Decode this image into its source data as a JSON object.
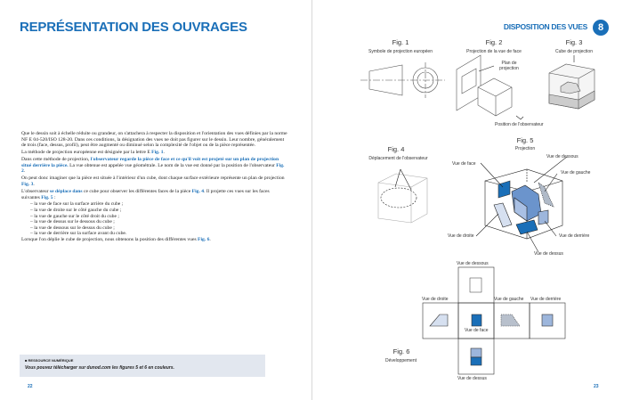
{
  "left_page": {
    "title": "REPRÉSENTATION DES OUVRAGES",
    "paragraphs": [
      [
        {
          "t": "Que le dessin soit à échelle réduite ou grandeur, on s'attachera à respecter la disposition et l'orientation des vues définies par la norme NF E 04-520/ISO 128-20. Dans ces conditions, la désignation des vues ne doit pas figurer sur le dessin. Leur nombre, généralement de trois (face, dessus, profil), peut être augmenté ou diminué selon la complexité de l'objet ou de la pièce représentée."
        }
      ],
      [
        {
          "t": "La méthode de projection européenne est désignée par la lettre E "
        },
        {
          "t": "Fig. 1",
          "hl": true
        },
        {
          "t": "."
        }
      ],
      [
        {
          "t": "Dans cette méthode de projection, "
        },
        {
          "t": "l'observateur regarde la pièce de face et ce qu'il voit est projeté sur un plan de projection situé derrière la pièce.",
          "hl": true
        },
        {
          "t": " La vue obtenue est appelée vue géométrale. Le nom de la vue est donné par la position de l'observateur "
        },
        {
          "t": "Fig. 2",
          "hl": true
        },
        {
          "t": "."
        }
      ],
      [
        {
          "t": "On peut donc imaginer que la pièce est située à l'intérieur d'un cube, dont chaque surface extérieure représente un plan de projection "
        },
        {
          "t": "Fig. 3",
          "hl": true
        },
        {
          "t": "."
        }
      ],
      [
        {
          "t": "L'observateur "
        },
        {
          "t": "se déplace dans",
          "hl": true
        },
        {
          "t": " ce cube pour observer les différentes faces de la pièce "
        },
        {
          "t": "Fig. 4",
          "hl": true
        },
        {
          "t": ". Il projette ces vues sur les faces suivantes "
        },
        {
          "t": "Fig. 5",
          "hl": true
        },
        {
          "t": " :"
        }
      ]
    ],
    "list": [
      "– la vue de face sur la surface arrière du cube ;",
      "– la vue de droite sur le côté gauche du cube ;",
      "– la vue de gauche sur le côté droit du cube ;",
      "– la vue de dessus sur le dessous du cube ;",
      "– la vue de dessous sur le dessus du cube ;",
      "– la vue de derrière sur la surface avant du cube."
    ],
    "closing": [
      {
        "t": "Lorsque l'on déplie le cube de projection, nous obtenons la position des différentes vues "
      },
      {
        "t": "Fig. 6",
        "hl": true
      },
      {
        "t": "."
      }
    ],
    "resource_box": {
      "heading": "■ RESSOURCE NUMÉRIQUE",
      "text": "Vous pouvez télécharger sur dunod.com les figures 5 et 6 en couleurs."
    },
    "page_number": "22"
  },
  "right_page": {
    "header": "DISPOSITION DES VUES",
    "chapter": "8",
    "page_number": "23",
    "fig1": {
      "title": "Fig. 1",
      "caption": "Symbole de projection européen"
    },
    "fig2": {
      "title": "Fig. 2",
      "caption": "Projection de la vue de face",
      "plan": "Plan de projection",
      "observer": "Position de l'observateur"
    },
    "fig3": {
      "title": "Fig. 3",
      "caption": "Cube de projection"
    },
    "fig4": {
      "title": "Fig. 4",
      "caption": "Déplacement de l'observateur"
    },
    "fig5": {
      "title": "Fig. 5",
      "caption": "Projection",
      "labels": {
        "face": "Vue de face",
        "dessous": "Vue de dessous",
        "gauche": "Vue de gauche",
        "droite": "Vue de droite",
        "derriere": "Vue de derrière",
        "dessus": "Vue de dessus"
      }
    },
    "fig6": {
      "title": "Fig. 6",
      "caption": "Développement",
      "labels": {
        "dessous": "Vue de dessous",
        "droite": "Vue de droite",
        "face": "Vue de face",
        "gauche": "Vue de gauche",
        "derriere": "Vue de derrière",
        "dessus": "Vue de dessus"
      }
    }
  },
  "colors": {
    "accent": "#1a6fb8",
    "box": "#e2e7ef",
    "light_blue": "#9db6dc",
    "pale": "#d6e0f0"
  }
}
